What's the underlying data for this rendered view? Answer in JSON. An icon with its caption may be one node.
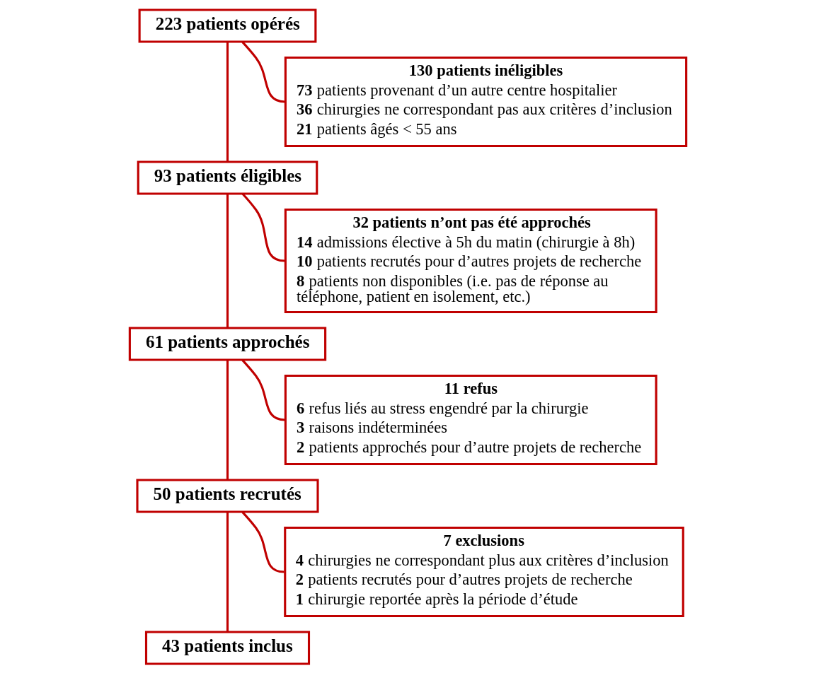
{
  "diagram": {
    "nodes": [
      {
        "text": [
          "223 patients opérés"
        ]
      },
      {
        "text": [
          "130 patients inéligibles",
          "**73** patients provenant d’un autre centre hospitalier",
          "**36** chirurgies ne correspondant pas aux critères d’inclusion",
          "**21** patients âgés < 55 ans"
        ]
      },
      {
        "text": [
          "93 patients éligibles"
        ]
      },
      {
        "text": [
          "32 patients n’ont pas été approchés",
          "**14** admissions élective à 5h du matin (chirurgie à 8h)",
          "**10** patients recrutés pour d’autres projets de recherche",
          "**8** patients non disponibles (i.e. pas de réponse au téléphone, patient en isolement, etc.)"
        ]
      },
      {
        "text": [
          "61 patients approchés"
        ]
      },
      {
        "text": [
          "11 refus",
          "**6** refus liés au stress engendré par la chirurgie",
          "**3** raisons indéterminées",
          "**2** patients approchés pour d’autre projets de recherche"
        ]
      },
      {
        "text": [
          "50 patients recrutés"
        ]
      },
      {
        "text": [
          "7 exclusions",
          "**4** chirurgies ne correspondant plus aux critères d’inclusion",
          "**2** patients recrutés pour d’autres projets de recherche",
          "**1** chirurgie reportée après la période d’étude"
        ]
      },
      {
        "text": [
          "43 patients inclus"
        ]
      }
    ],
    "edges": [
      {
        "from": 0,
        "to": 2,
        "arrow": "none"
      },
      {
        "from": 0,
        "to": 1,
        "arrow": "none"
      },
      {
        "from": 2,
        "to": 4,
        "arrow": "none"
      },
      {
        "from": 2,
        "to": 3,
        "arrow": "none"
      },
      {
        "from": 4,
        "to": 6,
        "arrow": "none"
      },
      {
        "from": 4,
        "to": 5,
        "arrow": "none"
      },
      {
        "from": 6,
        "to": 8,
        "arrow": "none"
      },
      {
        "from": 6,
        "to": 7,
        "arrow": "none"
      }
    ]
  }
}
